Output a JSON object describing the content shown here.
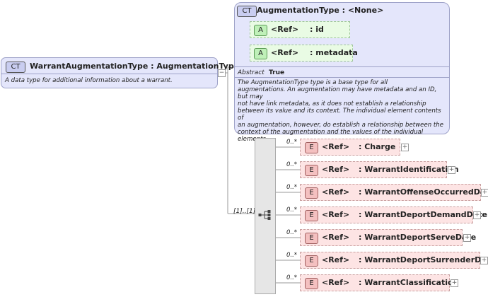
{
  "root": {
    "badge": "CT",
    "name": "WarrantAugmentationType",
    "base": ": AugmentationType",
    "description": "A data type for additional information about a warrant."
  },
  "base_type": {
    "badge": "CT",
    "name": "AugmentationType : <None>",
    "attributes": [
      {
        "badge": "A",
        "ref": "<Ref>",
        "name": ": id"
      },
      {
        "badge": "A",
        "ref": "<Ref>",
        "name": ": metadata"
      }
    ],
    "abstract_label": "Abstract",
    "abstract_value": "True",
    "description_lines": [
      "The AugmentationType type is a base type for all",
      "augmentations. An augmentation may have metadata and an ID, but may",
      "not have link metadata, as it does not establish a relationship",
      "between its value and its context. The individual element contents of",
      "an augmentation, however, do establish a relationship between the",
      "context of the augmentation and the values of the individual",
      "elements."
    ]
  },
  "sequence": {
    "cardinality": "[1]..[1]",
    "elements": [
      {
        "occurs": "0..*",
        "badge": "E",
        "ref": "<Ref>",
        "name": ": Charge"
      },
      {
        "occurs": "0..*",
        "badge": "E",
        "ref": "<Ref>",
        "name": ": WarrantIdentification"
      },
      {
        "occurs": "0..*",
        "badge": "E",
        "ref": "<Ref>",
        "name": ": WarrantOffenseOccurredDate"
      },
      {
        "occurs": "0..*",
        "badge": "E",
        "ref": "<Ref>",
        "name": ": WarrantDeportDemandDate"
      },
      {
        "occurs": "0..*",
        "badge": "E",
        "ref": "<Ref>",
        "name": ": WarrantDeportServeDate"
      },
      {
        "occurs": "0..*",
        "badge": "E",
        "ref": "<Ref>",
        "name": ": WarrantDeportSurrenderDate"
      },
      {
        "occurs": "0..*",
        "badge": "E",
        "ref": "<Ref>",
        "name": ": WarrantClassification"
      }
    ]
  },
  "colors": {
    "complex_type": "#e4e6fb",
    "attribute": "#e9fbe4",
    "element": "#fde4e4",
    "sequence": "#e6e6e6"
  }
}
